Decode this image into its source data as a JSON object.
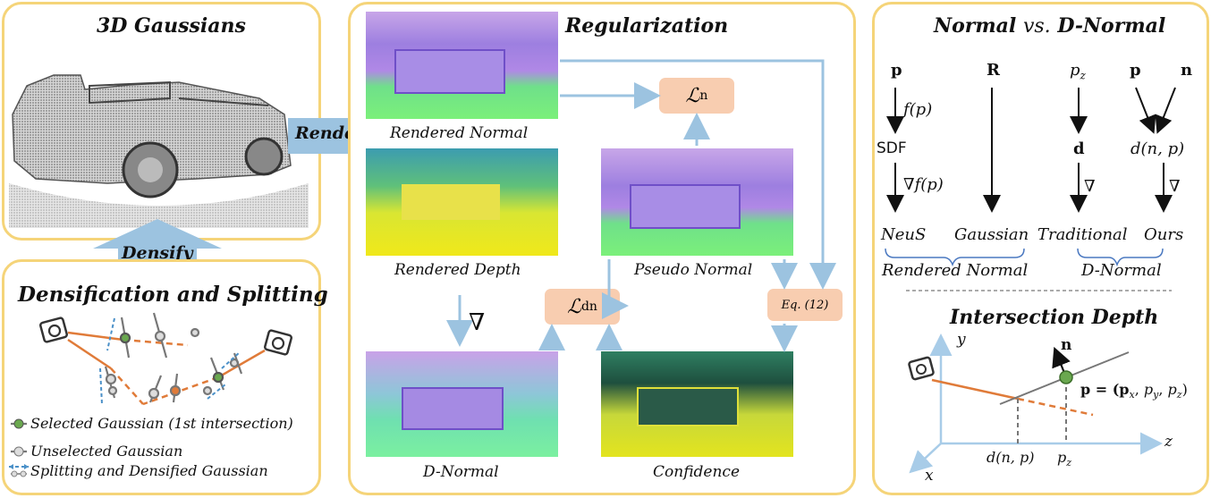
{
  "panels": {
    "gaussians": {
      "title": "3D Gaussians"
    },
    "densification": {
      "title": "Densification and Splitting",
      "legend": [
        "Selected Gaussian (1st intersection)",
        "Unselected Gaussian",
        "Splitting and Densified Gaussian"
      ]
    },
    "regularization": {
      "title": "Regularization",
      "captions": {
        "rendered_normal": "Rendered Normal",
        "rendered_depth": "Rendered Depth",
        "pseudo_normal": "Pseudo Normal",
        "d_normal": "D-Normal",
        "confidence": "Confidence"
      },
      "loss_n": "ℒ",
      "loss_n_sub": "n",
      "loss_dn": "ℒ",
      "loss_dn_sub": "dn",
      "eq_label": "Eq. (12)",
      "grad_symbol": "∇"
    },
    "comparison": {
      "title_a": "Normal",
      "title_vs": "vs.",
      "title_b": "D-Normal",
      "col1_top": "p",
      "col1_f": "f(p)",
      "col1_sdf": "SDF",
      "col1_grad": "∇f(p)",
      "col2_top": "R",
      "col3_top": "p",
      "col3_top_sub": "z",
      "col3_d": "d",
      "col3_grad": "∇",
      "col4_p": "p",
      "col4_n": "n",
      "col4_d": "d(n, p)",
      "col4_grad": "∇",
      "method_neus": "NeuS",
      "method_gaussian": "Gaussian",
      "method_traditional": "Traditional",
      "method_ours": "Ours",
      "group_rendered": "Rendered Normal",
      "group_dnormal": "D-Normal"
    },
    "intersection": {
      "title": "Intersection Depth",
      "axis_y": "y",
      "axis_z": "z",
      "axis_x": "x",
      "normal_label": "n",
      "point_label": "p = (p",
      "point_sub_x": "x",
      "point_sub_y": "y",
      "point_sub_z": "z",
      "depth_label": "d(n, p)",
      "pz_label": "p",
      "pz_sub": "z"
    }
  },
  "arrows": {
    "render": "Render",
    "densify": "Densify"
  },
  "colors": {
    "panel_border": "#f5d479",
    "flow_arrow": "#9cc3e0",
    "loss_box": "#f8cdb0",
    "selected_gaussian": "#6aa84f",
    "ray": "#e07b39"
  }
}
